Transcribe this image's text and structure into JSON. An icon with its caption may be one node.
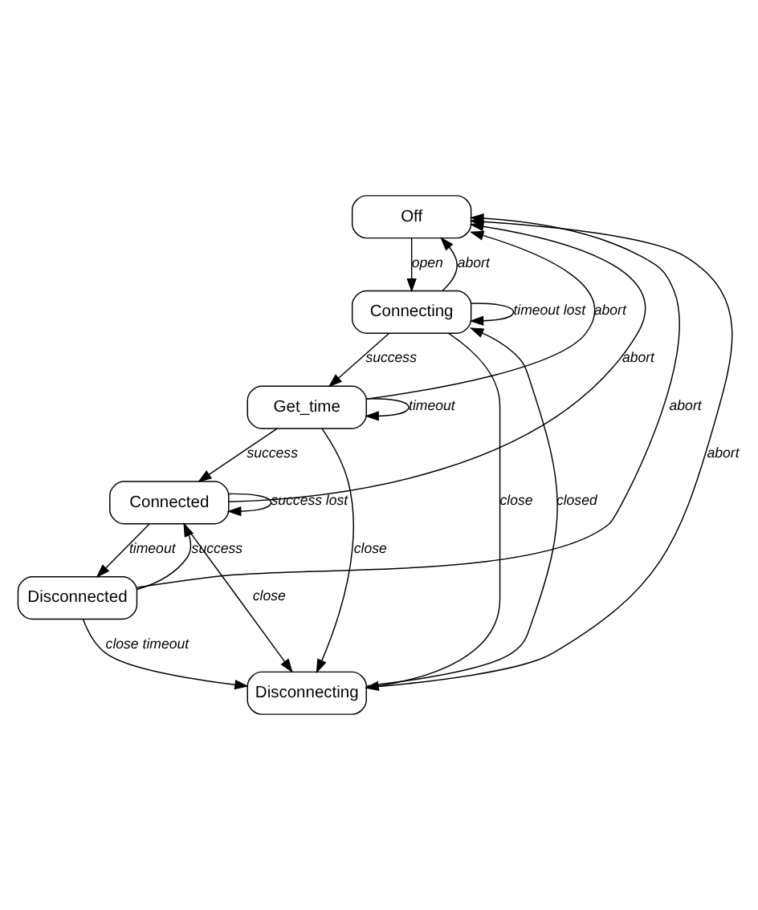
{
  "diagram": {
    "nodes": [
      {
        "text": [
          "Off"
        ]
      },
      {
        "text": [
          "Connecting"
        ]
      },
      {
        "text": [
          "Get_time"
        ]
      },
      {
        "text": [
          "Connected"
        ]
      },
      {
        "text": [
          "Disconnected"
        ]
      },
      {
        "text": [
          "Disconnecting"
        ]
      }
    ],
    "edges": [
      {
        "from": 0,
        "to": 1,
        "arrow": "to",
        "label": "open"
      },
      {
        "from": 1,
        "to": 0,
        "arrow": "to",
        "label": "abort"
      },
      {
        "from": 1,
        "to": 1,
        "arrow": "to",
        "label": "timeout lost"
      },
      {
        "from": 1,
        "to": 2,
        "arrow": "to",
        "label": "success"
      },
      {
        "from": 1,
        "to": 5,
        "arrow": "to",
        "label": "close"
      },
      {
        "from": 2,
        "to": 0,
        "arrow": "to",
        "label": "abort"
      },
      {
        "from": 2,
        "to": 2,
        "arrow": "to",
        "label": "timeout"
      },
      {
        "from": 2,
        "to": 3,
        "arrow": "to",
        "label": "success"
      },
      {
        "from": 2,
        "to": 5,
        "arrow": "to",
        "label": "close"
      },
      {
        "from": 3,
        "to": 0,
        "arrow": "to",
        "label": "abort"
      },
      {
        "from": 3,
        "to": 3,
        "arrow": "to",
        "label": "success lost"
      },
      {
        "from": 3,
        "to": 4,
        "arrow": "to",
        "label": "timeout"
      },
      {
        "from": 3,
        "to": 5,
        "arrow": "to",
        "label": "close"
      },
      {
        "from": 4,
        "to": 3,
        "arrow": "to",
        "label": "success"
      },
      {
        "from": 4,
        "to": 0,
        "arrow": "to",
        "label": "abort"
      },
      {
        "from": 4,
        "to": 5,
        "arrow": "to",
        "label": "close timeout"
      },
      {
        "from": 5,
        "to": 1,
        "arrow": "to",
        "label": "closed"
      },
      {
        "from": 5,
        "to": 0,
        "arrow": "to",
        "label": "abort"
      }
    ]
  }
}
